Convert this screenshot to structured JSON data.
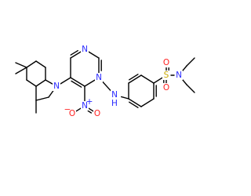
{
  "colors": {
    "bond": "#000000",
    "carbon": "#000000",
    "nitrogen": "#2a2aff",
    "oxygen": "#ff1e1e",
    "sulfur": "#c8a800",
    "background": "#ffffff"
  },
  "atoms": [
    {
      "id": "N_ring_a",
      "text": "N",
      "element": "nitrogen"
    },
    {
      "id": "N_ring_b",
      "text": "N",
      "element": "nitrogen"
    },
    {
      "id": "N_amine",
      "text": "N",
      "element": "nitrogen"
    },
    {
      "id": "N_amine_H",
      "text": "H",
      "element": "nitrogen"
    },
    {
      "id": "N_bicyclic",
      "text": "N",
      "element": "nitrogen"
    },
    {
      "id": "N_nitro",
      "text": "N",
      "element": "nitrogen"
    },
    {
      "id": "N_nitro_charge",
      "text": "+",
      "element": "nitrogen"
    },
    {
      "id": "O_nitro_minus",
      "text": "O",
      "element": "oxygen"
    },
    {
      "id": "O_nitro_minus_charge",
      "text": "−",
      "element": "oxygen"
    },
    {
      "id": "O_nitro",
      "text": "O",
      "element": "oxygen"
    },
    {
      "id": "S_sulfonyl",
      "text": "S",
      "element": "sulfur"
    },
    {
      "id": "O_sulfonyl_top",
      "text": "O",
      "element": "oxygen"
    },
    {
      "id": "O_sulfonyl_bottom",
      "text": "O",
      "element": "oxygen"
    },
    {
      "id": "N_sulfonamide",
      "text": "N",
      "element": "nitrogen"
    }
  ]
}
